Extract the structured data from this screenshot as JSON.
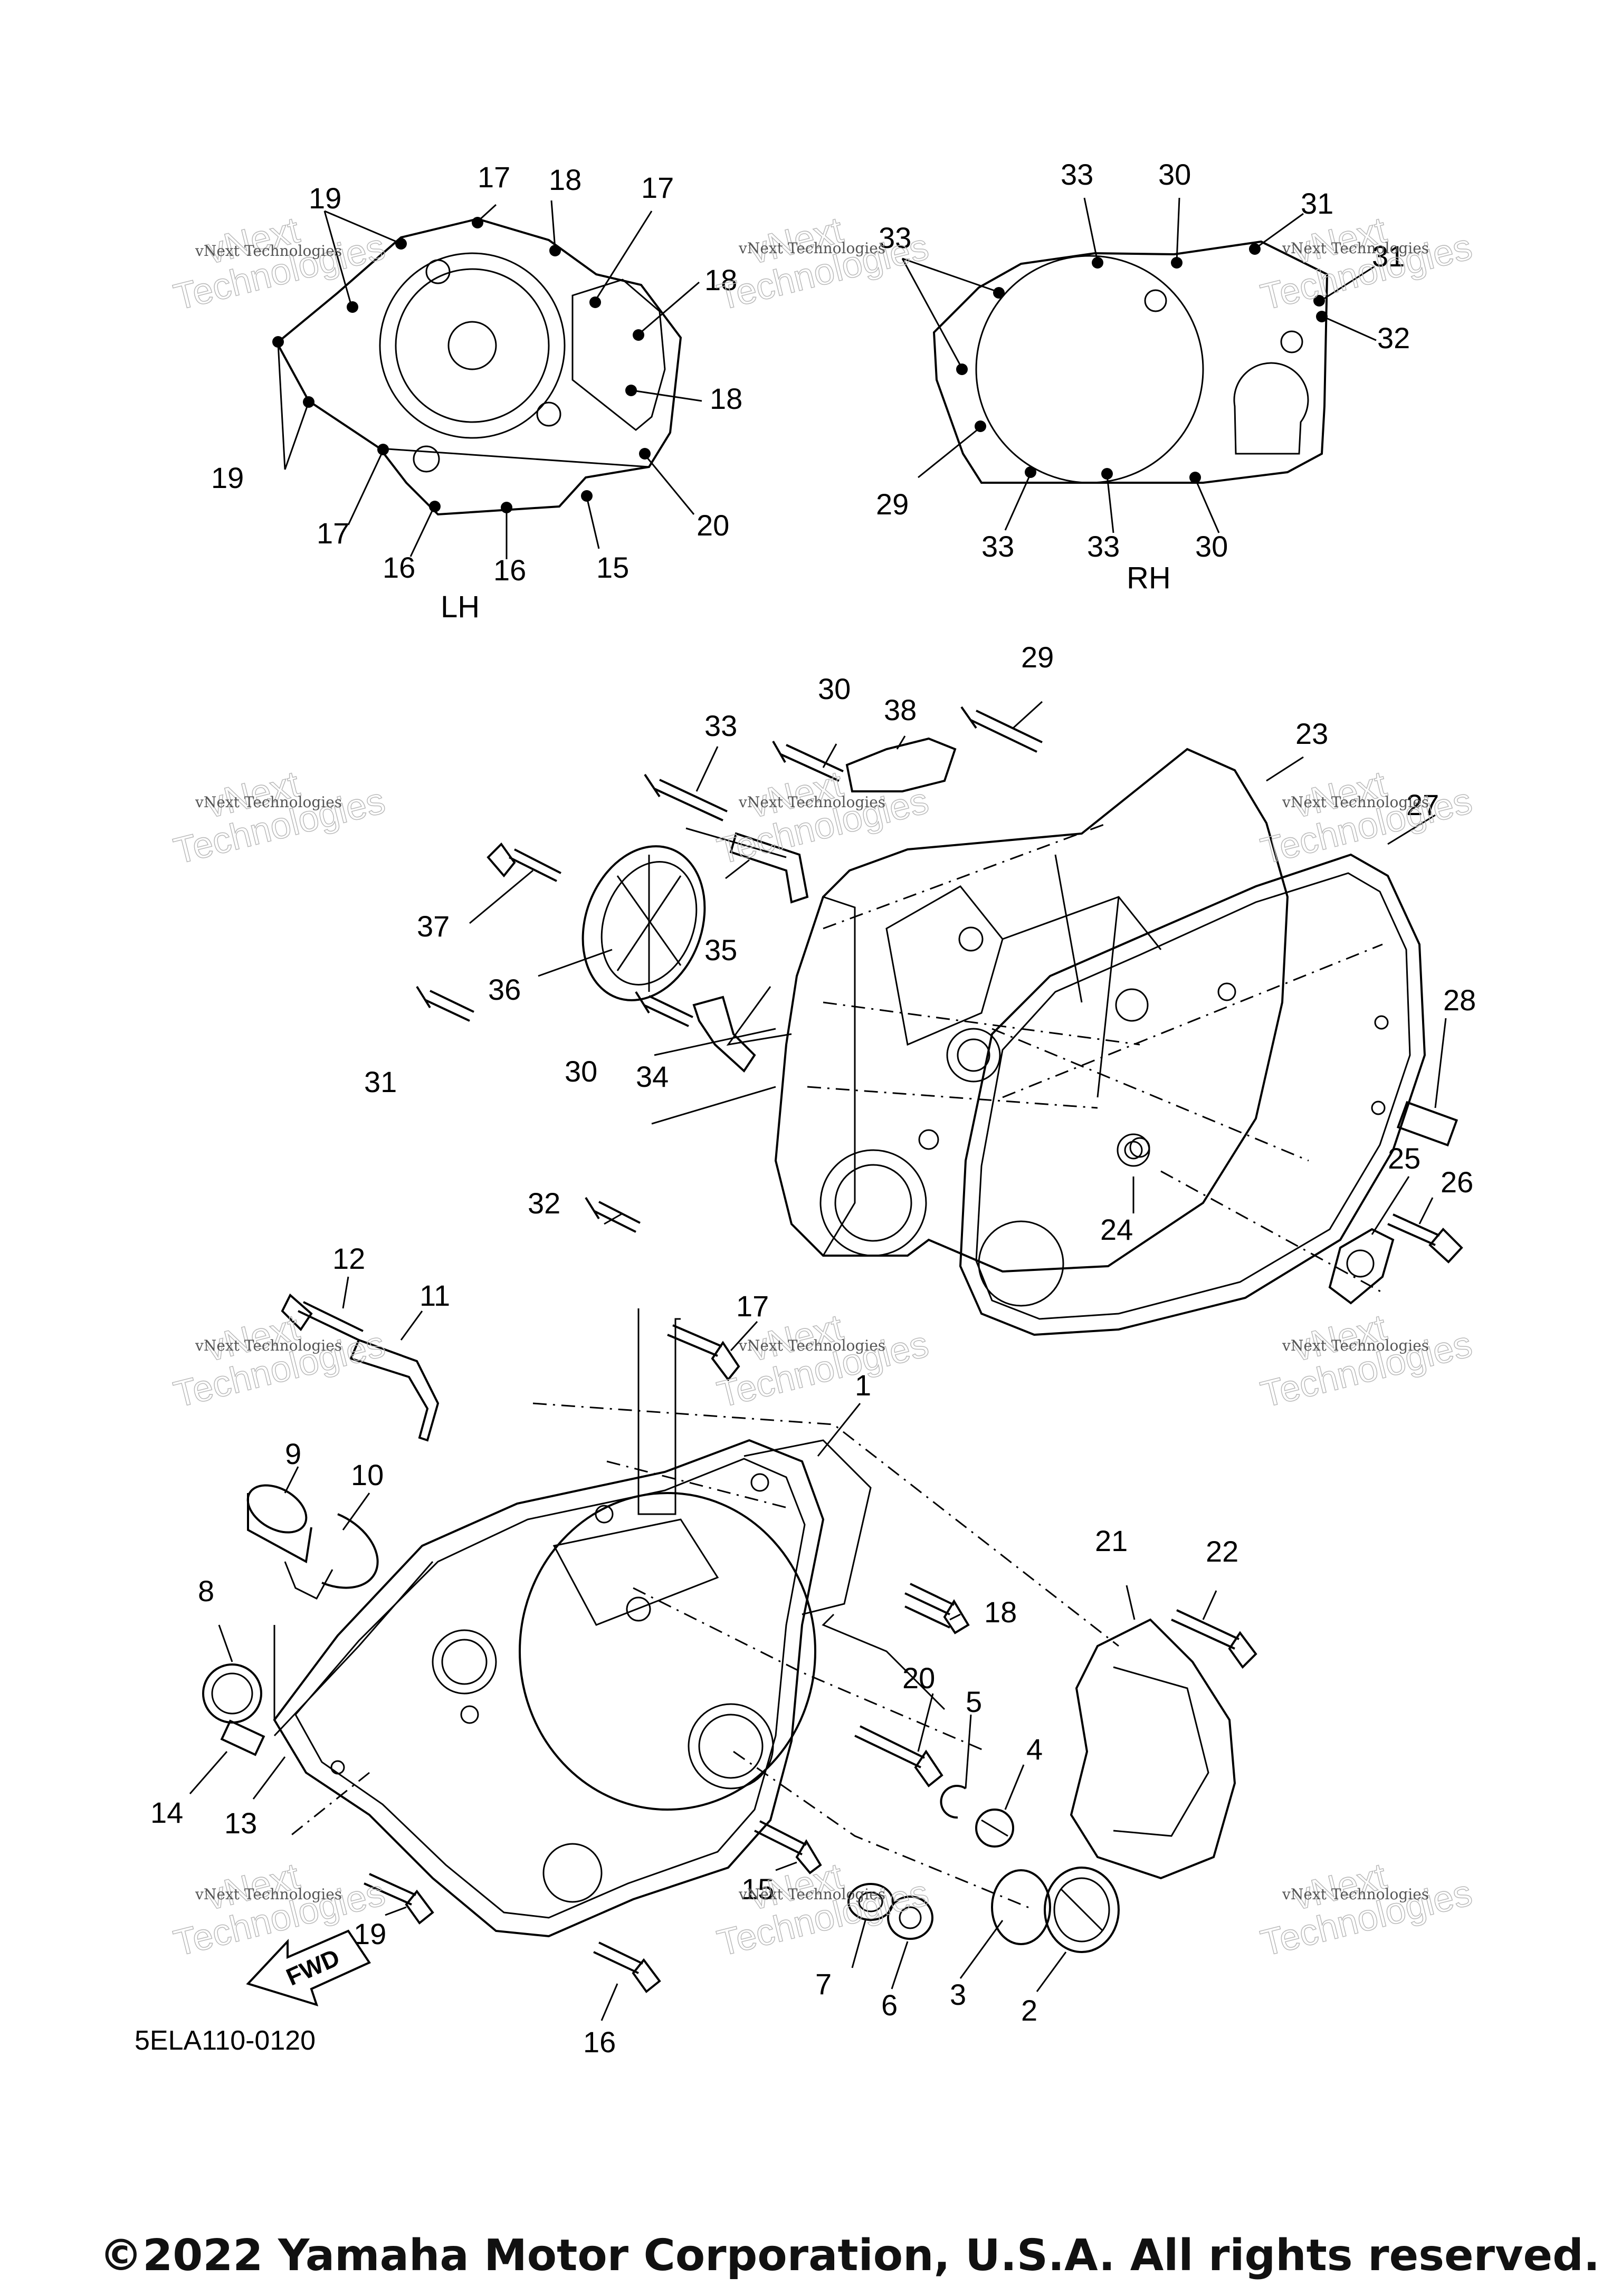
{
  "diagram": {
    "part_code": "5ELA110-0120",
    "copyright": "©2022 Yamaha Motor Corporation, U.S.A. All rights reserved.",
    "views": {
      "lh": "LH",
      "rh": "RH"
    },
    "fwd_label": "FWD",
    "watermark": {
      "line1": "vNext",
      "line2": "Technologies",
      "small": "vNext Technologies"
    },
    "lh_callouts": [
      "19",
      "17",
      "18",
      "17",
      "18",
      "18",
      "19",
      "17",
      "16",
      "16",
      "15",
      "20"
    ],
    "rh_callouts": [
      "33",
      "30",
      "31",
      "33",
      "31",
      "32",
      "29",
      "33",
      "33",
      "30"
    ],
    "mid_callouts": [
      "33",
      "30",
      "38",
      "29",
      "23",
      "27",
      "37",
      "36",
      "35",
      "31",
      "30",
      "34",
      "32",
      "28",
      "24",
      "25",
      "26"
    ],
    "lower_callouts": [
      "12",
      "11",
      "17",
      "1",
      "9",
      "10",
      "8",
      "21",
      "22",
      "18",
      "20",
      "5",
      "4",
      "14",
      "13",
      "15",
      "7",
      "6",
      "3",
      "2",
      "19",
      "16"
    ]
  }
}
